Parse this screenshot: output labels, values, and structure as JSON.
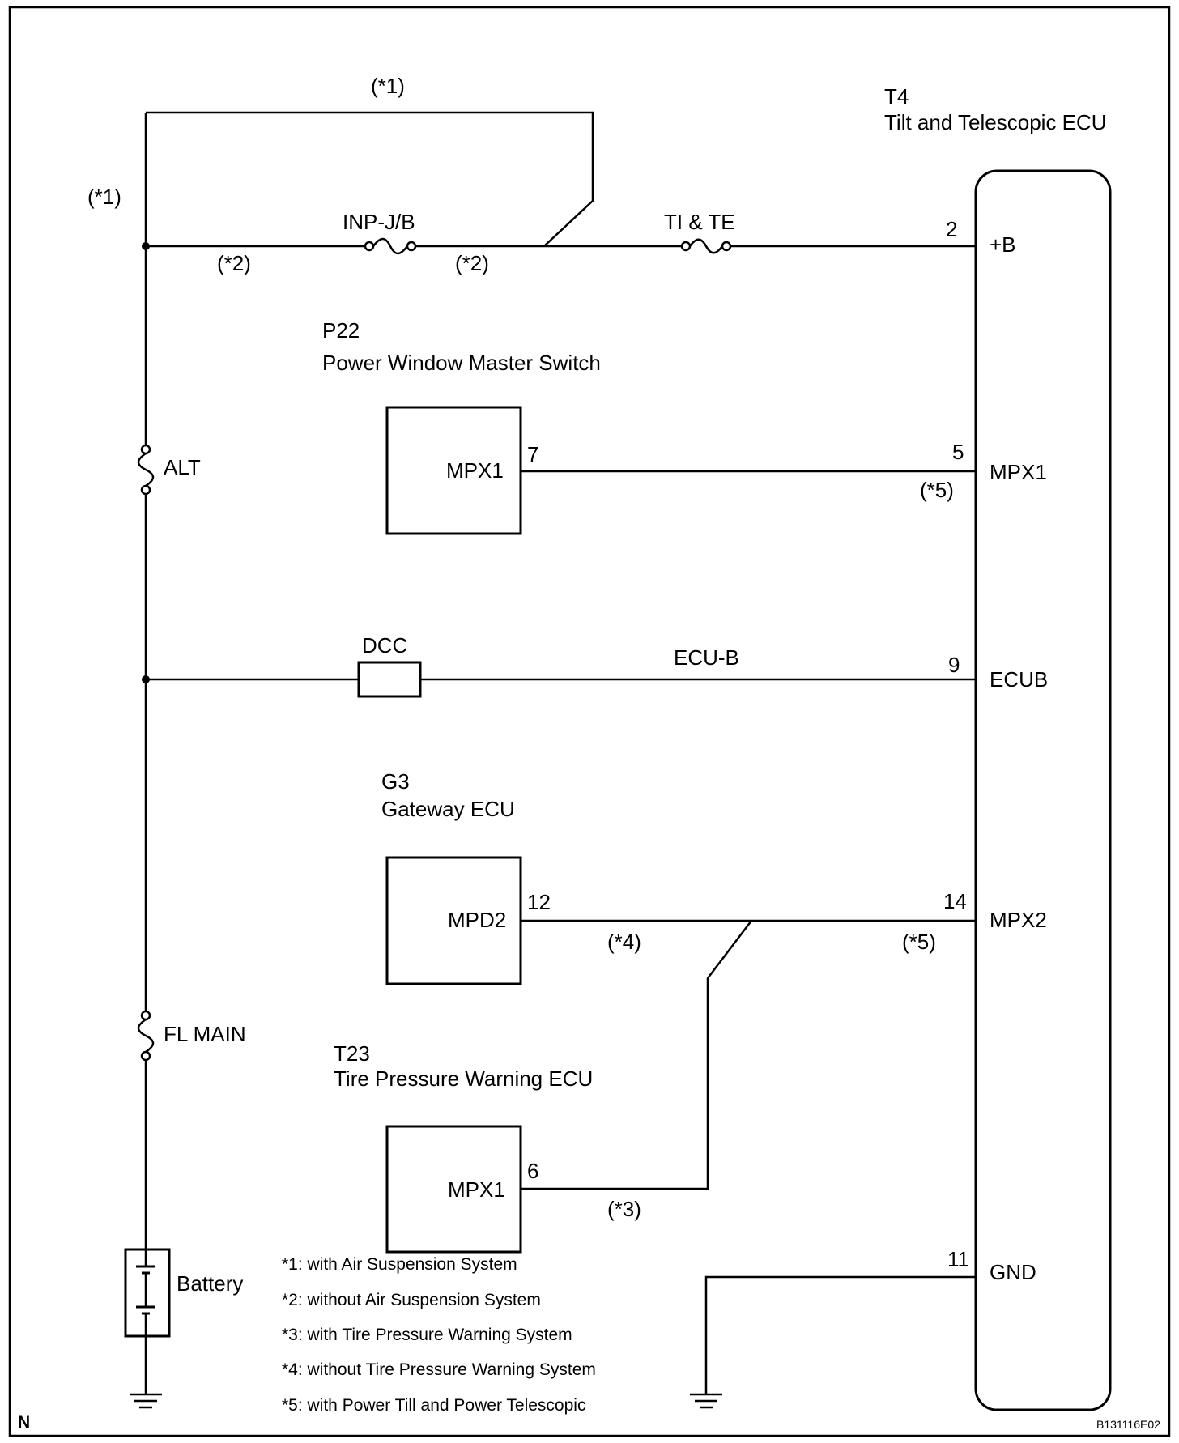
{
  "ecu_main": {
    "id": "T4",
    "name": "Tilt and Telescopic ECU"
  },
  "ecu_pins": [
    {
      "num": "2",
      "name": "+B"
    },
    {
      "num": "5",
      "name": "MPX1"
    },
    {
      "num": "9",
      "name": "ECUB"
    },
    {
      "num": "14",
      "name": "MPX2"
    },
    {
      "num": "11",
      "name": "GND"
    }
  ],
  "fuses": {
    "inp_jb": "INP-J/B",
    "ti_te": "TI & TE",
    "alt": "ALT",
    "fl_main": "FL MAIN",
    "dcc": "DCC"
  },
  "wire_labels": {
    "ecu_b": "ECU-B"
  },
  "components": {
    "power_window": {
      "id": "P22",
      "name": "Power Window Master Switch",
      "terminal": "MPX1",
      "pin": "7"
    },
    "gateway": {
      "id": "G3",
      "name": "Gateway ECU",
      "terminal": "MPD2",
      "pin": "12"
    },
    "tire_pressure": {
      "id": "T23",
      "name": "Tire Pressure Warning ECU",
      "terminal": "MPX1",
      "pin": "6"
    },
    "battery": {
      "name": "Battery"
    }
  },
  "marks": {
    "m1_top": "(*1)",
    "m1_left": "(*1)",
    "m2_left": "(*2)",
    "m2_right": "(*2)",
    "m5_mpx1": "(*5)",
    "m4": "(*4)",
    "m5_mpx2": "(*5)",
    "m3": "(*3)"
  },
  "notes": [
    "*1: with Air Suspension System",
    "*2: without Air Suspension System",
    "*3: with Tire Pressure Warning System",
    "*4: without Tire Pressure Warning System",
    "*5: with Power Till and Power Telescopic"
  ],
  "corner_left": "N",
  "corner_right": "B131116E02"
}
